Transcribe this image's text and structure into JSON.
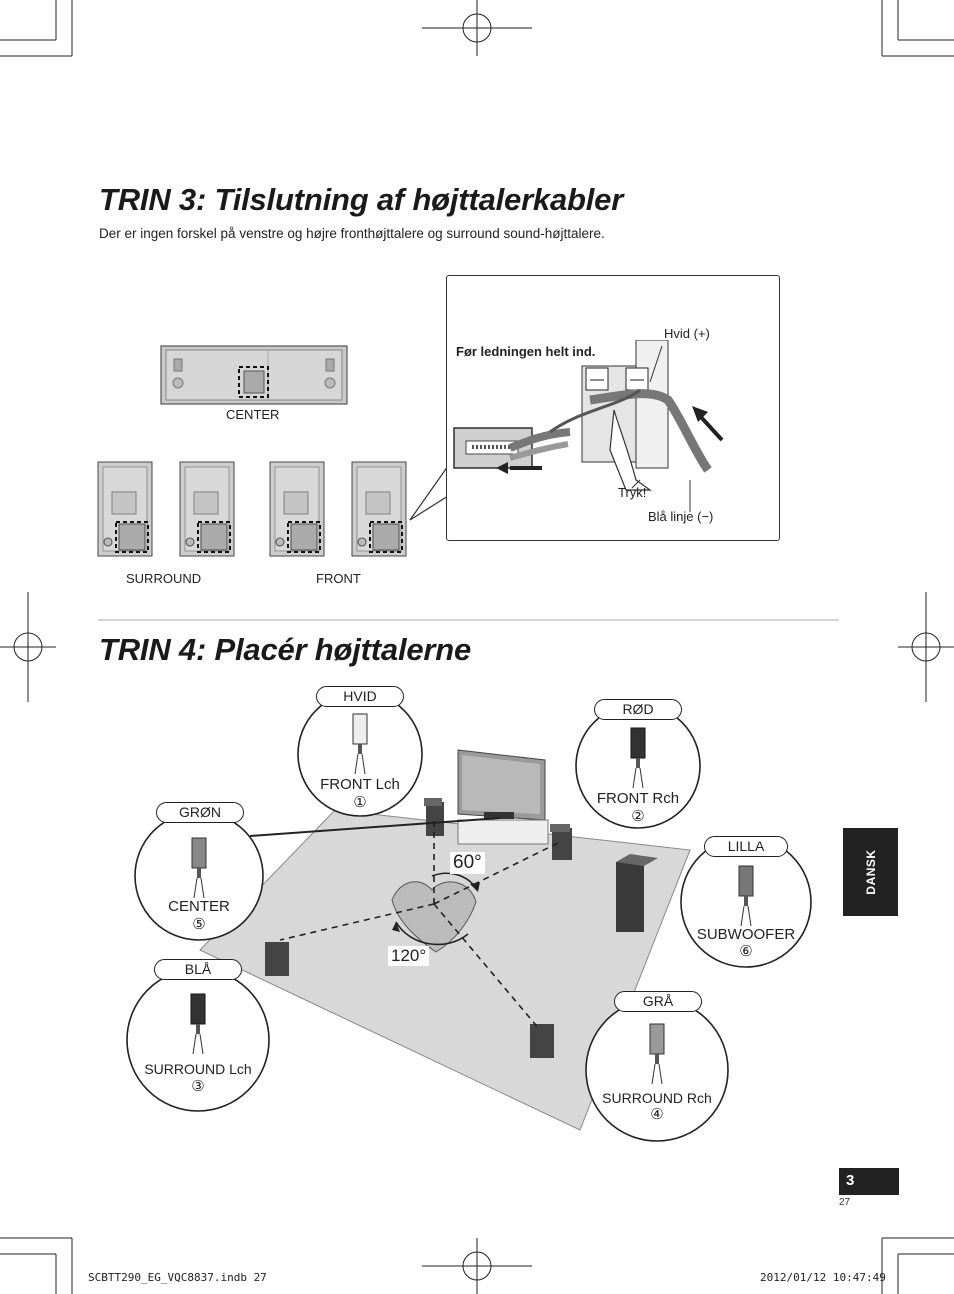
{
  "step3": {
    "title": "TRIN 3: Tilslutning af højttalerkabler",
    "intro": "Der er ingen forskel på venstre og højre fronthøjttalere og surround sound-højttalere.",
    "label_center": "CENTER",
    "label_surround": "SURROUND",
    "label_front": "FRONT",
    "detail": {
      "instruction": "Før ledningen helt ind.",
      "white": "Hvid (+)",
      "press": "Tryk!",
      "blue": "Blå linje (−)"
    }
  },
  "step4": {
    "title": "TRIN 4: Placér højttalerne",
    "angle_60": "60°",
    "angle_120": "120°",
    "speakers": [
      {
        "color_label": "HVID",
        "name": "FRONT Lch",
        "num": "①"
      },
      {
        "color_label": "RØD",
        "name": "FRONT Rch",
        "num": "②"
      },
      {
        "color_label": "GRØN",
        "name": "CENTER",
        "num": "⑤"
      },
      {
        "color_label": "LILLA",
        "name": "SUBWOOFER",
        "num": "⑥"
      },
      {
        "color_label": "BLÅ",
        "name": "SURROUND Lch",
        "num": "③"
      },
      {
        "color_label": "GRÅ",
        "name": "SURROUND Rch",
        "num": "④"
      }
    ]
  },
  "side_tab": "DANSK",
  "page_number": "3",
  "page_sub": "27",
  "footer": {
    "file": "SCBTT290_EG_VQC8837.indb   27",
    "timestamp": "2012/01/12   10:47:49"
  }
}
